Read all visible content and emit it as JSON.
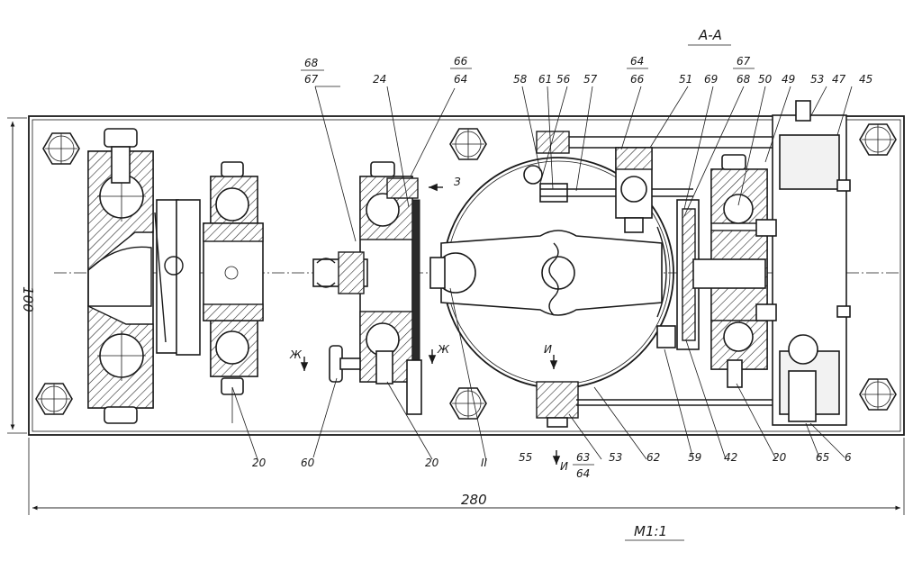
{
  "section_title": "A-A",
  "scale": "M1:1",
  "dimensions": {
    "width": "280",
    "height": "100"
  },
  "part_labels": {
    "p68": "68",
    "p67": "67",
    "p24": "24",
    "p66": "66",
    "p64": "64",
    "p58": "58",
    "p61": "61",
    "p56": "56",
    "p57": "57",
    "p64b": "64",
    "p66b": "66",
    "p51": "51",
    "p69": "69",
    "p67b": "67",
    "p68b": "68",
    "p50": "50",
    "p49": "49",
    "p53": "53",
    "p47": "47",
    "p45": "45",
    "b20a": "20",
    "b60": "60",
    "b20b": "20",
    "b2": "II",
    "b55": "55",
    "b63": "63",
    "b64": "64",
    "b53": "53",
    "b62": "62",
    "b59": "59",
    "b42": "42",
    "b20c": "20",
    "b65": "65",
    "b6": "6"
  },
  "section_marks": {
    "zh_left": "Ж",
    "zh_right": "Ж",
    "i_top": "И",
    "i_bottom": "И",
    "z": "З"
  }
}
